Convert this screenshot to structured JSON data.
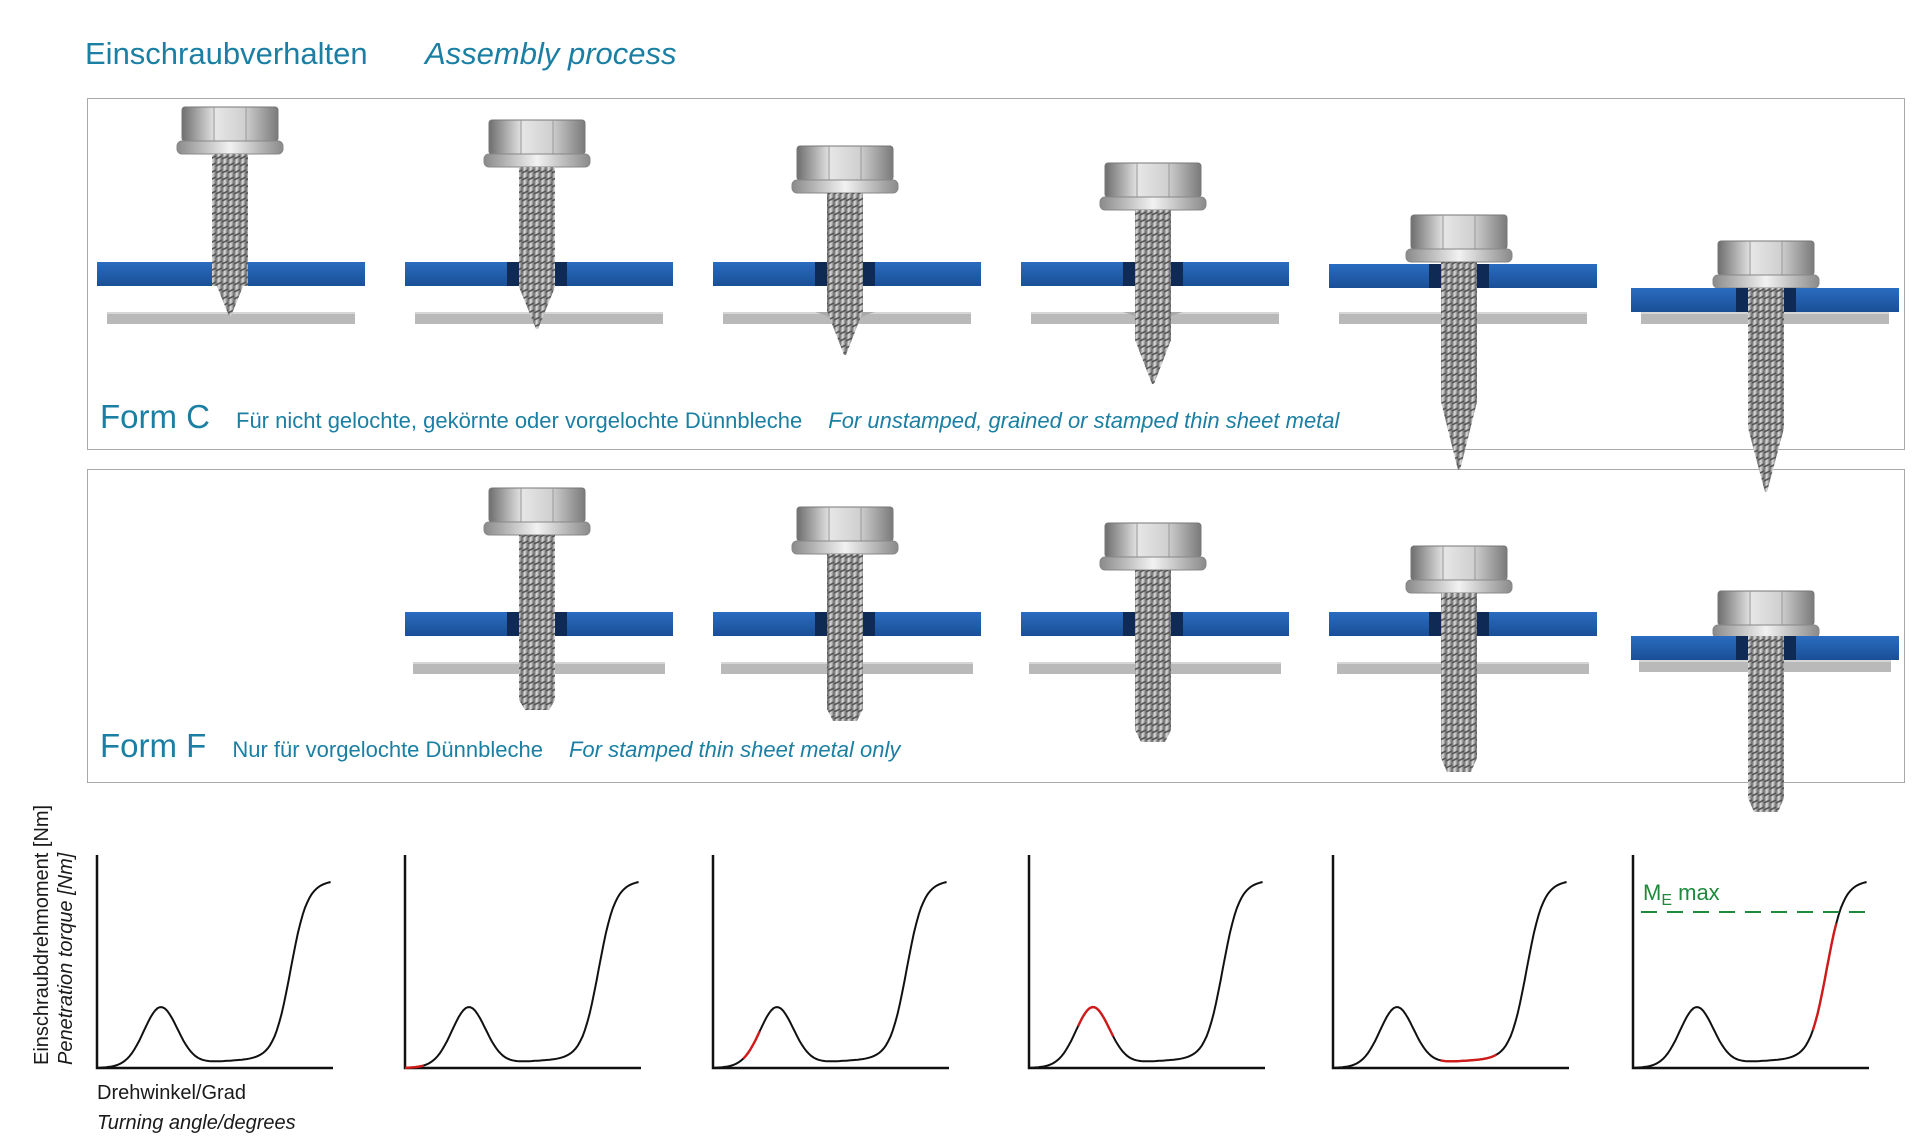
{
  "heading": {
    "de": "Einschraubverhalten",
    "en": "Assembly process"
  },
  "form_c": {
    "label": "Form C",
    "desc_de": "Für nicht gelochte, gekörnte oder vorgelochte Dünnbleche",
    "desc_en": "For unstamped, grained or stamped thin sheet metal",
    "stages": 6
  },
  "form_f": {
    "label": "Form F",
    "desc_de": "Nur für vorgelochte Dünnbleche",
    "desc_en": "For stamped thin sheet metal only",
    "stages": 5
  },
  "graph": {
    "ylabel_de": "Einschraubdrehmoment [Nm]",
    "ylabel_en": "Penetration torque [Nm]",
    "xlabel_de": "Drehwinkel/Grad",
    "xlabel_en": "Turning angle/degrees",
    "me_label_main": "M",
    "me_label_sub": "E",
    "me_label_suffix": " max",
    "panels": 6,
    "highlighted_phase": [
      "none",
      "start",
      "rise to first peak",
      "first peak",
      "valley",
      "final rise to tightening torque"
    ]
  },
  "colors": {
    "accent": "#1b7fa3",
    "sheet_blue": "#1f5fb0",
    "sheet_grey": "#b5b5b5",
    "curve": "#111111",
    "highlight": "#d11a1a",
    "me_line": "#1e8a3c"
  }
}
